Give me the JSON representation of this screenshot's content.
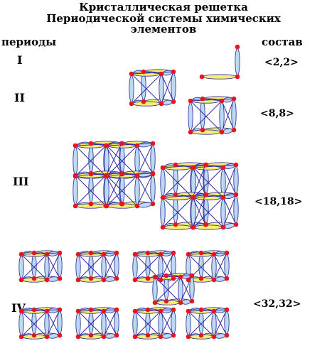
{
  "title": {
    "line1": "Кристаллическая решетка",
    "line2": "Периодической системы химических",
    "line3": "элементов"
  },
  "headers": {
    "periods": "периоды",
    "composition": "состав"
  },
  "periods": [
    {
      "roman": "I",
      "composition": "<2,2>"
    },
    {
      "roman": "II",
      "composition": "<8,8>"
    },
    {
      "roman": "III",
      "composition": "<18,18>"
    },
    {
      "roman": "IV",
      "composition": "<32,32>"
    }
  ],
  "colors": {
    "node": "#e8141e",
    "diagonal": "#2c2ca8",
    "blue_edge": "#bcd9f5",
    "yellow_edge": "#f6ee74",
    "outline": "#3a3a9c"
  }
}
